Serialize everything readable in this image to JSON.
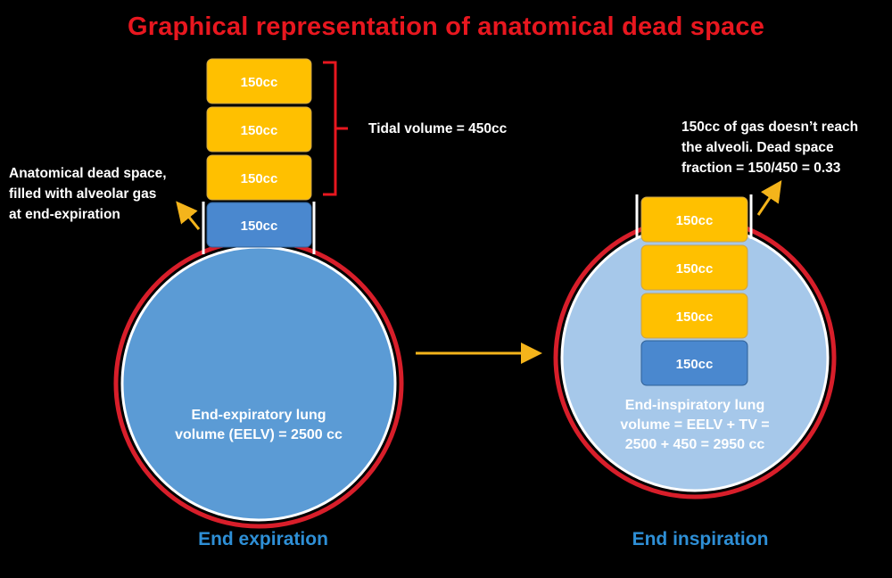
{
  "title": "Graphical representation of anatomical dead space",
  "left": {
    "caption": "End expiration",
    "lung_label": "End-expiratory lung volume (EELV) = 2500 cc",
    "lung_label_lines": [
      "End-expiratory lung",
      "volume (EELV) = 2500 cc"
    ],
    "blocks": [
      "150cc",
      "150cc",
      "150cc",
      "150cc"
    ],
    "tidal_volume_label": "Tidal volume = 450cc",
    "dead_space_note_lines": [
      "Anatomical dead space,",
      "filled with alveolar gas",
      "at end-expiration"
    ]
  },
  "right": {
    "caption": "End inspiration",
    "lung_label_lines": [
      "End-inspiratory lung",
      "volume = EELV + TV =",
      "2500 + 450 = 2950 cc"
    ],
    "blocks": [
      "150cc",
      "150cc",
      "150cc",
      "150cc"
    ],
    "dead_space_note_lines": [
      "150cc of gas doesn’t reach",
      "the alveoli. Dead space",
      "fraction = 150/450 = 0.33"
    ]
  },
  "colors": {
    "background": "#000000",
    "title": "#e8171f",
    "lung_outline": "#d81e2a",
    "lung_fill_expiration": "#5b9bd5",
    "lung_fill_inspiration": "#a6c8ea",
    "alveolar_block": "#4a88cf",
    "fresh_gas_block": "#ffc000",
    "arrow": "#f4b41b",
    "caption": "#2e8fd6",
    "bracket": "#e8171f"
  }
}
